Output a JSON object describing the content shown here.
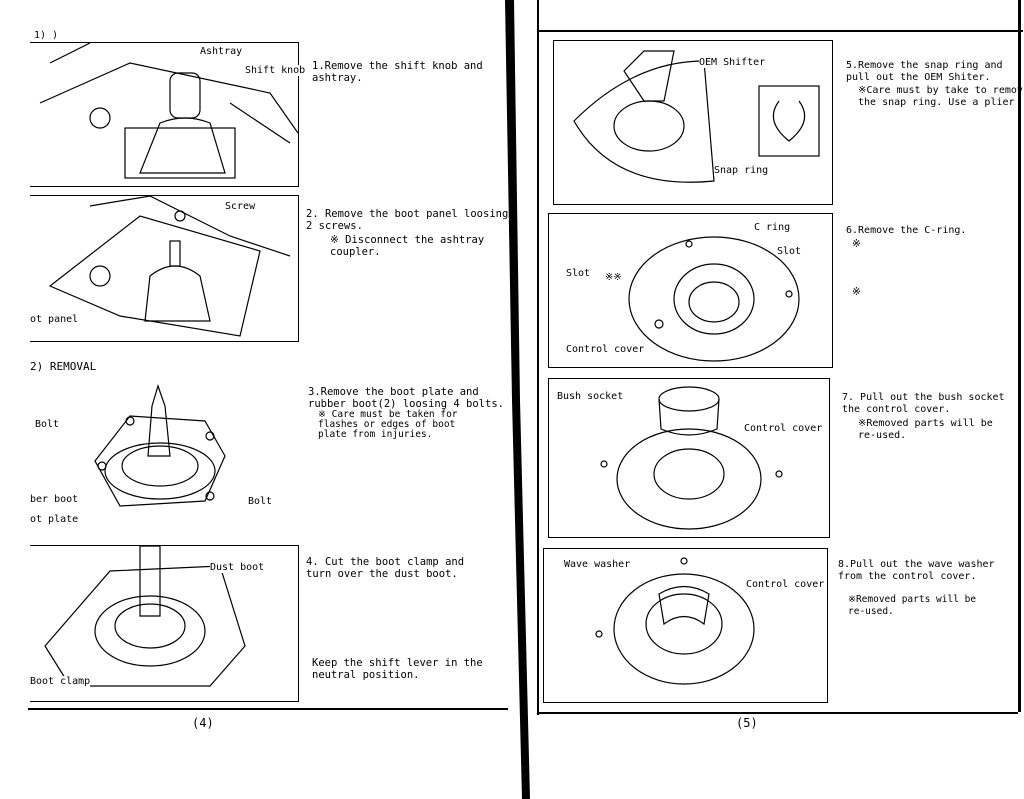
{
  "left_page": {
    "section_mark": "1) )",
    "section_heading": "2) REMOVAL",
    "page_number": "(4)",
    "steps": [
      {
        "text": "1.Remove the shift knob and\n  ashtray.",
        "labels": [
          "Ashtray",
          "Shift knob"
        ]
      },
      {
        "text": "2. Remove the boot panel loosing\n   2 screws.",
        "note": "※ Disconnect the ashtray\n  coupler.",
        "labels": [
          "Screw",
          "ot panel"
        ]
      },
      {
        "text": "3.Remove the boot plate and\n  rubber boot(2) loosing 4 bolts.",
        "note": "※ Care must be taken for\n  flashes or edges of boot\n  plate from injuries.",
        "labels": [
          "Bolt",
          "ber boot",
          "ot plate",
          "Bolt"
        ]
      },
      {
        "text": "4. Cut the boot clamp and\n   turn over the dust boot.",
        "note2": "Keep the shift lever in the\nneutral position.",
        "labels": [
          "Dust boot",
          "Boot clamp"
        ]
      }
    ]
  },
  "right_page": {
    "page_number": "(5)",
    "steps": [
      {
        "text": "5.Remove the snap ring and\n pull out the OEM Shiter.",
        "note": "※Care must by take to remov\n  the snap ring. Use a plier",
        "labels": [
          "OEM Shifter",
          "Snap ring"
        ]
      },
      {
        "text": "6.Remove the C-ring.",
        "note": "※",
        "note_b": "※",
        "labels": [
          "C ring",
          "Slot",
          "Slot",
          "※※",
          "Control cover"
        ]
      },
      {
        "text": "7. Pull out the bush socket\n  the control cover.",
        "note": "※Removed parts will be\n  re-used.",
        "labels": [
          "Bush socket",
          "Control cover"
        ]
      },
      {
        "text": "8.Pull out the wave washer\n from the control cover.",
        "note": "※Removed parts will be\n  re-used.",
        "labels": [
          "Wave washer",
          "Control cover"
        ]
      }
    ]
  }
}
